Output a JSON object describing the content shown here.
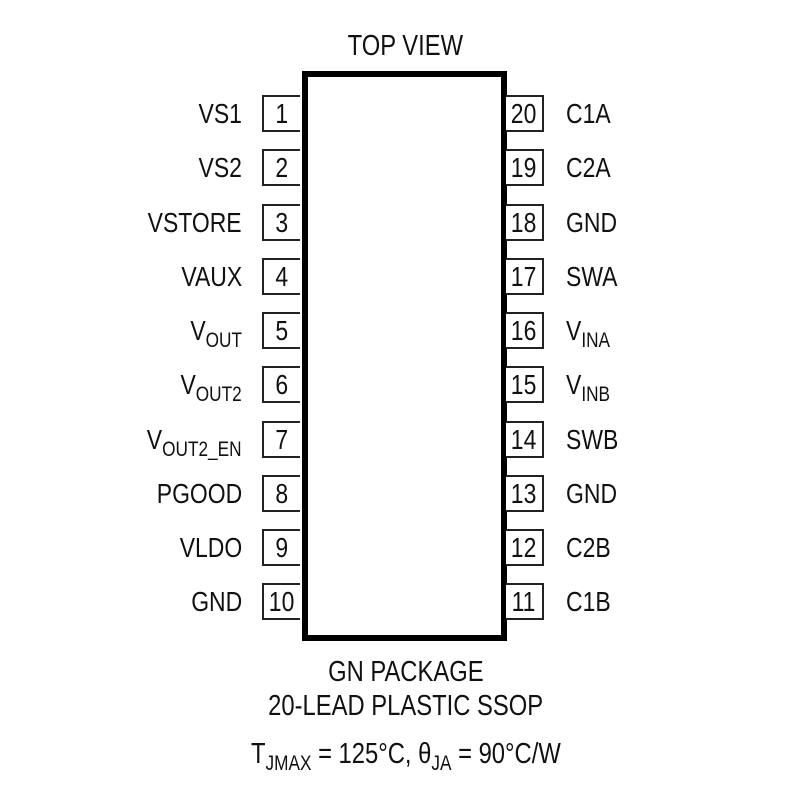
{
  "diagram": {
    "title": "TOP VIEW",
    "package_name": "GN PACKAGE",
    "package_desc": "20-LEAD PLASTIC SSOP",
    "thermal": {
      "tjmax_symbol": "T",
      "tjmax_sub": "JMAX",
      "tjmax_value": " = 125°C, ",
      "theta_symbol": "θ",
      "theta_sub": "JA",
      "theta_value": " = 90°C/W"
    },
    "left_pins": [
      {
        "num": "1",
        "name": "VS1",
        "sub": ""
      },
      {
        "num": "2",
        "name": "VS2",
        "sub": ""
      },
      {
        "num": "3",
        "name": "VSTORE",
        "sub": ""
      },
      {
        "num": "4",
        "name": "VAUX",
        "sub": ""
      },
      {
        "num": "5",
        "name": "V",
        "sub": "OUT"
      },
      {
        "num": "6",
        "name": "V",
        "sub": "OUT2"
      },
      {
        "num": "7",
        "name": "V",
        "sub": "OUT2_EN"
      },
      {
        "num": "8",
        "name": "PGOOD",
        "sub": ""
      },
      {
        "num": "9",
        "name": "VLDO",
        "sub": ""
      },
      {
        "num": "10",
        "name": "GND",
        "sub": ""
      }
    ],
    "right_pins": [
      {
        "num": "20",
        "name": "C1A",
        "sub": ""
      },
      {
        "num": "19",
        "name": "C2A",
        "sub": ""
      },
      {
        "num": "18",
        "name": "GND",
        "sub": ""
      },
      {
        "num": "17",
        "name": "SWA",
        "sub": ""
      },
      {
        "num": "16",
        "name": "V",
        "sub": "INA"
      },
      {
        "num": "15",
        "name": "V",
        "sub": "INB"
      },
      {
        "num": "14",
        "name": "SWB",
        "sub": ""
      },
      {
        "num": "13",
        "name": "GND",
        "sub": ""
      },
      {
        "num": "12",
        "name": "C2B",
        "sub": ""
      },
      {
        "num": "11",
        "name": "C1B",
        "sub": ""
      }
    ]
  }
}
